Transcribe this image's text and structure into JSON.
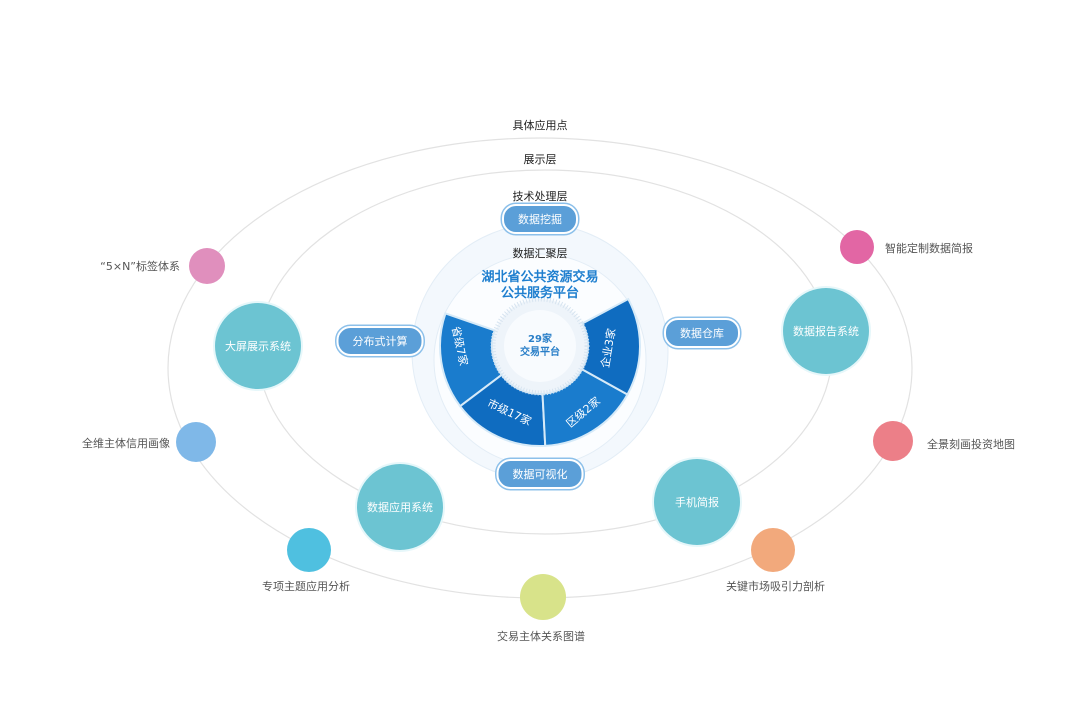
{
  "layers": {
    "application_points": "具体应用点",
    "display": "展示层",
    "technical": "技术处理层",
    "aggregation": "数据汇聚层"
  },
  "platform": {
    "title_line1": "湖北省公共资源交易",
    "title_line2": "公共服务平台",
    "core_line1": "29家",
    "core_line2": "交易平台",
    "segments": [
      "省级7家",
      "市级17家",
      "区级2家",
      "企业3家"
    ]
  },
  "tech_pills": [
    "数据挖掘",
    "分布式计算",
    "数据仓库",
    "数据可视化"
  ],
  "display_systems": [
    "大屏展示系统",
    "数据应用系统",
    "手机简报",
    "数据报告系统"
  ],
  "application_points": [
    {
      "label": "“5×N”标签体系",
      "color": "#e08fbd"
    },
    {
      "label": "全维主体信用画像",
      "color": "#7fb8e8"
    },
    {
      "label": "专项主题应用分析",
      "color": "#4fc0e0"
    },
    {
      "label": "交易主体关系图谱",
      "color": "#d8e38a"
    },
    {
      "label": "关键市场吸引力剖析",
      "color": "#f2a97c"
    },
    {
      "label": "全景刻画投资地图",
      "color": "#ec7f88"
    },
    {
      "label": "智能定制数据简报",
      "color": "#e266a4"
    }
  ]
}
